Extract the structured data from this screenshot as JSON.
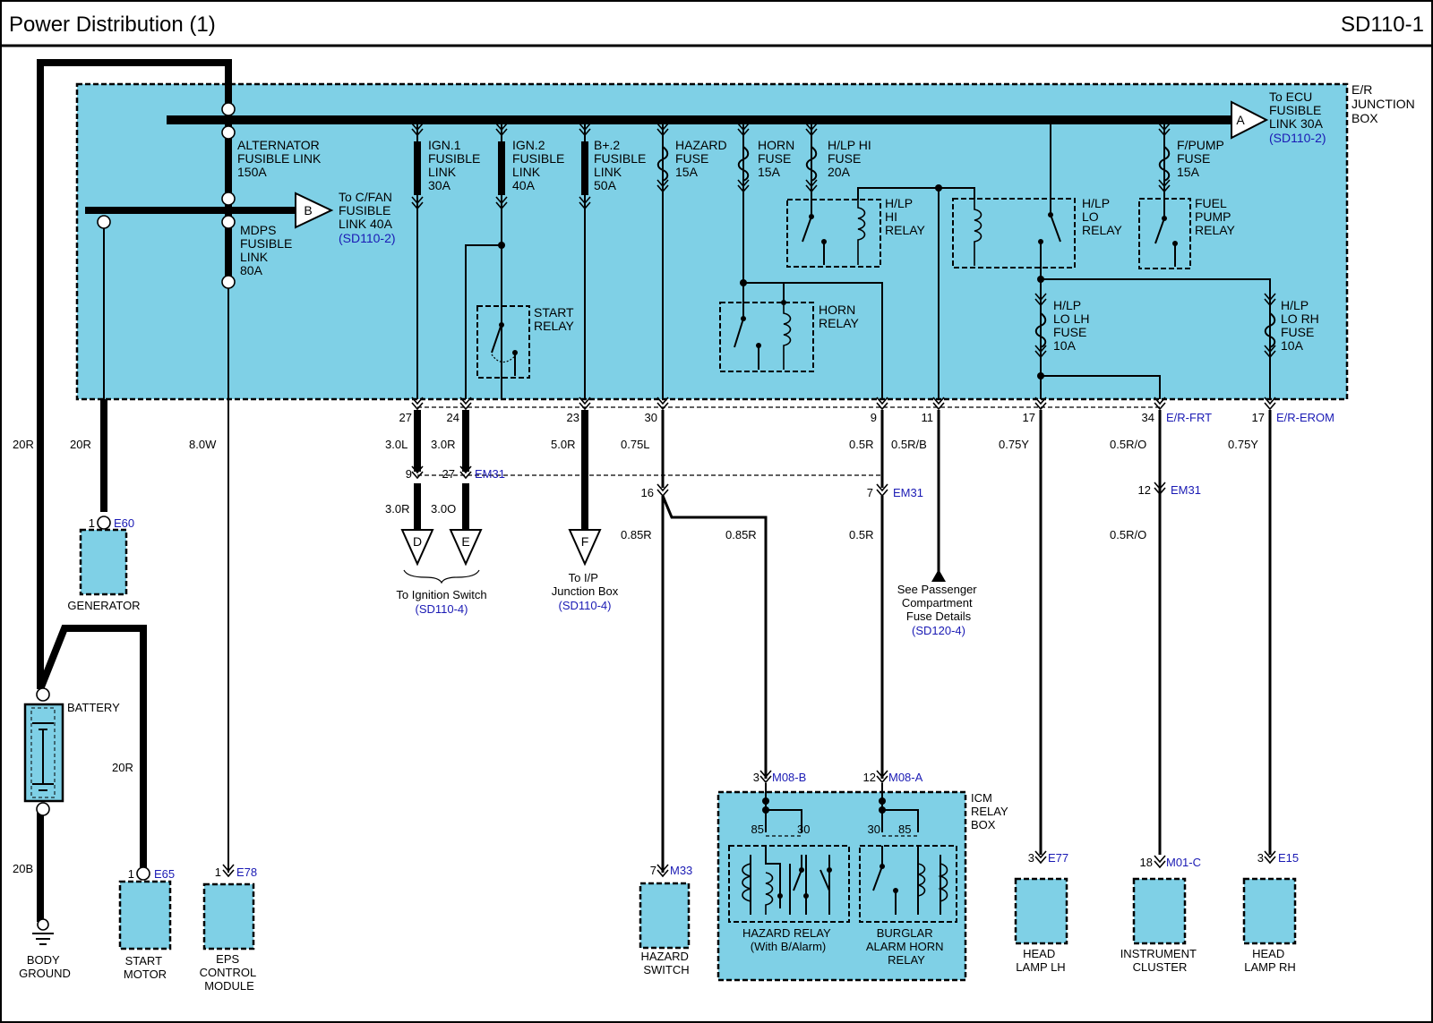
{
  "header": {
    "title": "Power Distribution (1)",
    "code": "SD110-1"
  },
  "junction_box": {
    "label": [
      "E/R",
      "JUNCTION",
      "BOX"
    ]
  },
  "bus_links": {
    "a_letter": "A",
    "a_label": [
      "To ECU",
      "FUSIBLE",
      "LINK 30A"
    ],
    "a_ref": "(SD110-2)",
    "b_letter": "B",
    "b_label": [
      "To C/FAN",
      "FUSIBLE",
      "LINK 40A"
    ],
    "b_ref": "(SD110-2)"
  },
  "fuses": {
    "alternator": [
      "ALTERNATOR",
      "FUSIBLE LINK",
      "150A"
    ],
    "mdps": [
      "MDPS",
      "FUSIBLE",
      "LINK",
      "80A"
    ],
    "ign1": [
      "IGN.1",
      "FUSIBLE",
      "LINK",
      "30A"
    ],
    "ign2": [
      "IGN.2",
      "FUSIBLE",
      "LINK",
      "40A"
    ],
    "bplus2": [
      "B+.2",
      "FUSIBLE",
      "LINK",
      "50A"
    ],
    "hazard": [
      "HAZARD",
      "FUSE",
      "15A"
    ],
    "horn": [
      "HORN",
      "FUSE",
      "15A"
    ],
    "hlp_hi": [
      "H/LP HI",
      "FUSE",
      "20A"
    ],
    "fpump": [
      "F/PUMP",
      "FUSE",
      "15A"
    ],
    "hlp_lo_lh": [
      "H/LP",
      "LO LH",
      "FUSE",
      "10A"
    ],
    "hlp_lo_rh": [
      "H/LP",
      "LO RH",
      "FUSE",
      "10A"
    ]
  },
  "relays": {
    "start": [
      "START",
      "RELAY"
    ],
    "horn": [
      "HORN",
      "RELAY"
    ],
    "hlp_hi": [
      "H/LP",
      "HI",
      "RELAY"
    ],
    "hlp_lo": [
      "H/LP",
      "LO",
      "RELAY"
    ],
    "fuel_pump": [
      "FUEL",
      "PUMP",
      "RELAY"
    ]
  },
  "pins": {
    "p27": "27",
    "p24": "24",
    "p23": "23",
    "p30": "30",
    "p9": "9",
    "p11": "11",
    "p17a": "17",
    "p34": "34",
    "p17b": "17",
    "p9b": "9",
    "p27b": "27",
    "p16": "16",
    "p7": "7",
    "p12": "12",
    "p1a": "1",
    "p1b": "1",
    "p1c": "1",
    "p7b": "7",
    "p3a": "3",
    "p12b": "12",
    "p3b": "3",
    "p18": "18",
    "p3c": "3",
    "p85a": "85",
    "p30a": "30",
    "p30b": "30",
    "p85b": "85"
  },
  "connectors": {
    "erfrt": "E/R-FRT",
    "erom": "E/R-EROM",
    "em31a": "EM31",
    "em31b": "EM31",
    "em31c": "EM31",
    "e60": "E60",
    "e65": "E65",
    "e78": "E78",
    "m33": "M33",
    "m08b": "M08-B",
    "m08a": "M08-A",
    "e77": "E77",
    "m01c": "M01-C",
    "e15": "E15"
  },
  "wires": {
    "w20r_a": "20R",
    "w20r_b": "20R",
    "w20r_c": "20R",
    "w20b": "20B",
    "w80w": "8.0W",
    "w30l": "3.0L",
    "w30r": "3.0R",
    "w50r": "5.0R",
    "w075l": "0.75L",
    "w05r_a": "0.5R",
    "w05rb": "0.5R/B",
    "w075y_a": "0.75Y",
    "w05ro_a": "0.5R/O",
    "w075y_b": "0.75Y",
    "w30r_b": "3.0R",
    "w30o": "3.0O",
    "w085r_a": "0.85R",
    "w085r_b": "0.85R",
    "w05r_b": "0.5R",
    "w05ro_b": "0.5R/O"
  },
  "terminals": {
    "d": "D",
    "e": "E",
    "f": "F",
    "ign_label": "To Ignition Switch",
    "ign_ref": "(SD110-4)",
    "ip_label": [
      "To I/P",
      "Junction Box"
    ],
    "ip_ref": "(SD110-4)",
    "pass_label": [
      "See Passenger",
      "Compartment",
      "Fuse Details"
    ],
    "pass_ref": "(SD120-4)"
  },
  "components": {
    "generator": "GENERATOR",
    "battery": "BATTERY",
    "body_ground": [
      "BODY",
      "GROUND"
    ],
    "start_motor": [
      "START",
      "MOTOR"
    ],
    "eps": [
      "EPS",
      "CONTROL",
      "MODULE"
    ],
    "hazard_switch": [
      "HAZARD",
      "SWITCH"
    ],
    "icm_box": [
      "ICM",
      "RELAY",
      "BOX"
    ],
    "hazard_relay": [
      "HAZARD RELAY",
      "(With B/Alarm)"
    ],
    "burglar_relay": [
      "BURGLAR",
      "ALARM HORN",
      "RELAY"
    ],
    "head_lamp_lh": [
      "HEAD",
      "LAMP LH"
    ],
    "instrument_cluster": [
      "INSTRUMENT",
      "CLUSTER"
    ],
    "head_lamp_rh": [
      "HEAD",
      "LAMP RH"
    ]
  },
  "colors": {
    "component_fill": "#7fd0e6",
    "link_blue": "#1a1ab4"
  }
}
